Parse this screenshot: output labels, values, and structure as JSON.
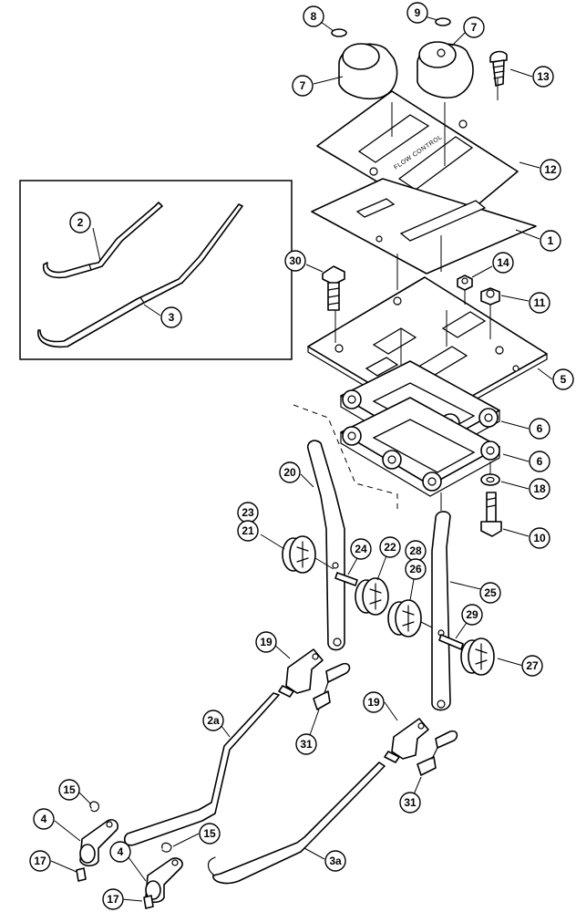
{
  "plate_legend": "FLOW CONTROL",
  "callouts": [
    "8",
    "9",
    "7",
    "7",
    "13",
    "12",
    "2",
    "1",
    "3",
    "30",
    "14",
    "11",
    "5",
    "6",
    "6",
    "20",
    "18",
    "23",
    "21",
    "24",
    "22",
    "28",
    "26",
    "10",
    "25",
    "29",
    "27",
    "19",
    "2a",
    "31",
    "19",
    "15",
    "31",
    "4",
    "15",
    "17",
    "4",
    "3a",
    "17"
  ]
}
